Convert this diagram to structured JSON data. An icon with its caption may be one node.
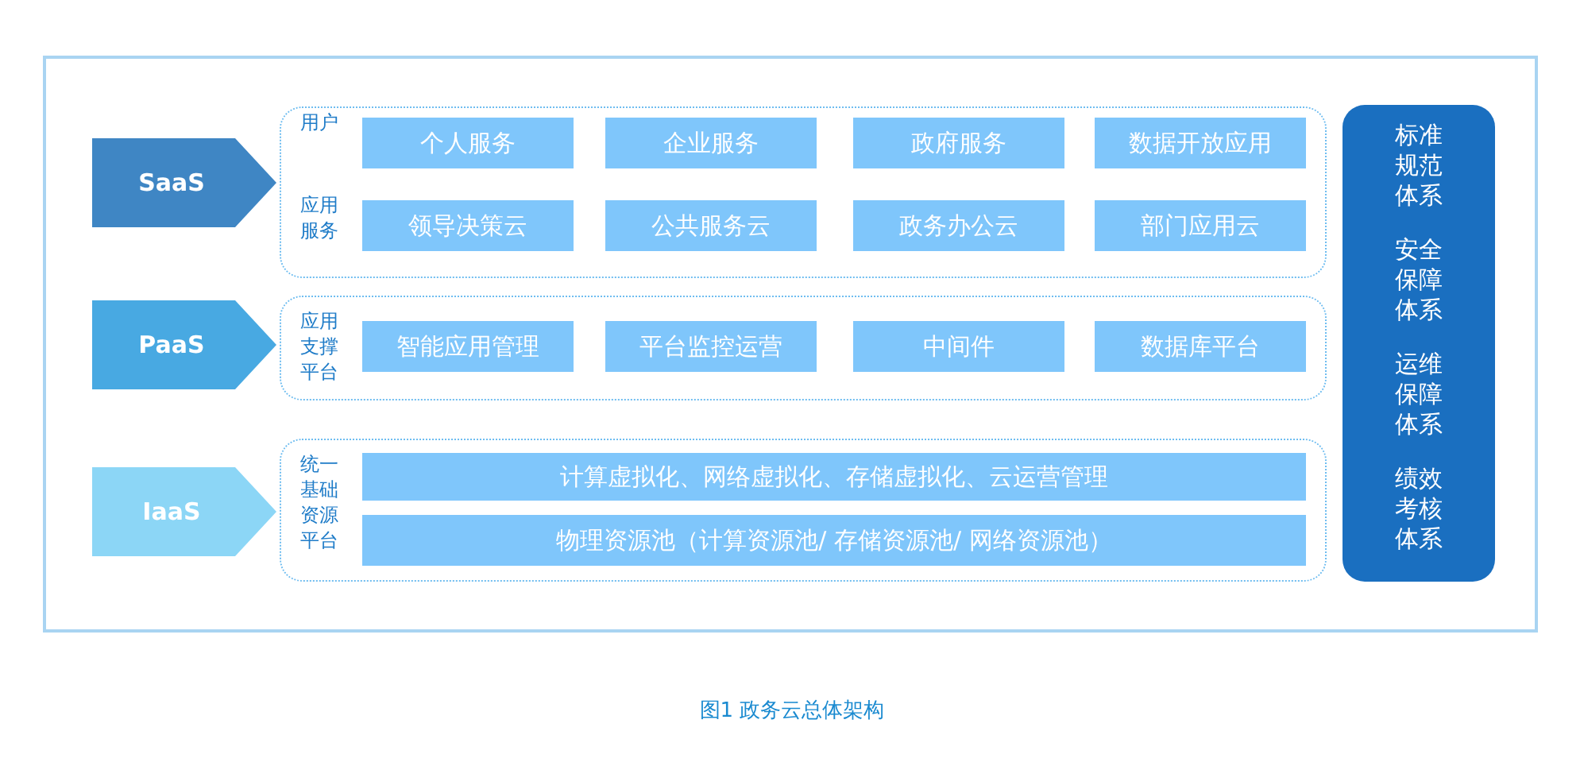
{
  "diagram": {
    "caption": "图1 政务云总体架构",
    "nodes": [
      {
        "text": [
          "SaaS"
        ]
      },
      {
        "text": [
          "PaaS"
        ]
      },
      {
        "text": [
          "IaaS"
        ]
      },
      {
        "text": [
          "用户",
          "应用服务"
        ]
      },
      {
        "text": [
          "个人服务"
        ],
        "in": 3
      },
      {
        "text": [
          "企业服务"
        ],
        "in": 3
      },
      {
        "text": [
          "政府服务"
        ],
        "in": 3
      },
      {
        "text": [
          "数据开放应用"
        ],
        "in": 3
      },
      {
        "text": [
          "领导决策云"
        ],
        "in": 3
      },
      {
        "text": [
          "公共服务云"
        ],
        "in": 3
      },
      {
        "text": [
          "政务办公云"
        ],
        "in": 3
      },
      {
        "text": [
          "部门应用云"
        ],
        "in": 3
      },
      {
        "text": [
          "应用支撑平台"
        ]
      },
      {
        "text": [
          "智能应用管理"
        ],
        "in": 12
      },
      {
        "text": [
          "平台监控运营"
        ],
        "in": 12
      },
      {
        "text": [
          "中间件"
        ],
        "in": 12
      },
      {
        "text": [
          "数据库平台"
        ],
        "in": 12
      },
      {
        "text": [
          "统一基础资源平台"
        ]
      },
      {
        "text": [
          "计算虚拟化、网络虚拟化、存储虚拟化、云运营管理"
        ],
        "in": 17
      },
      {
        "text": [
          "物理资源池（计算资源池/ 存储资源池/ 网络资源池）"
        ],
        "in": 17
      },
      {
        "text": [
          "标准规范体系",
          "安全保障体系",
          "运维保障体系",
          "绩效考核体系"
        ]
      }
    ],
    "edges": []
  }
}
